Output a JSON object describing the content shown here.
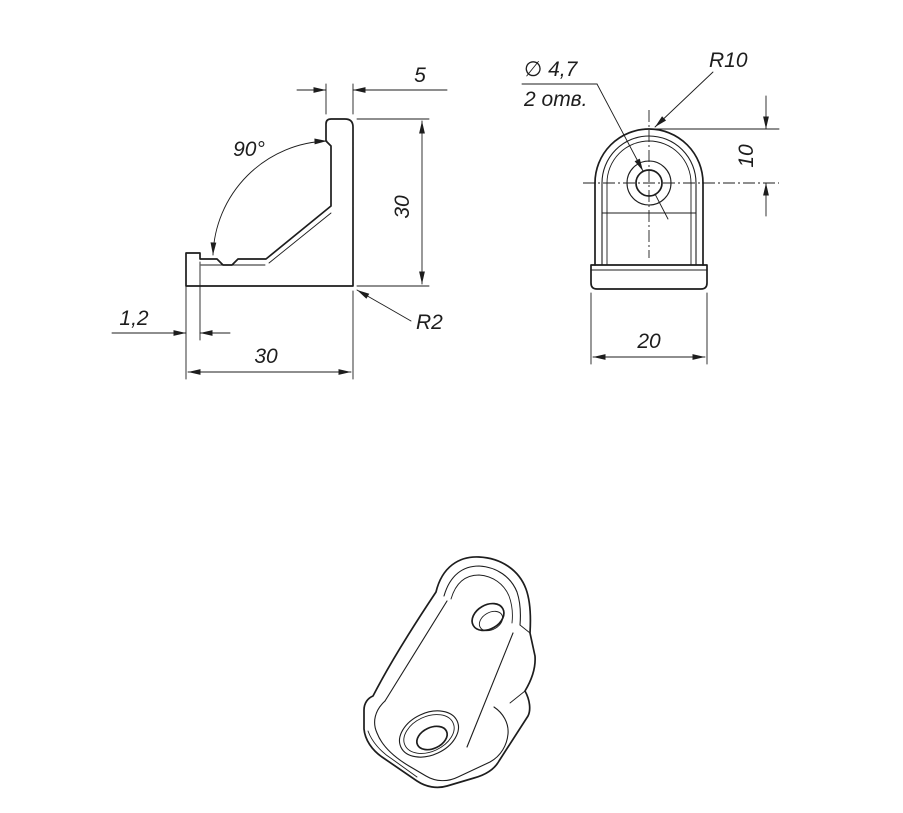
{
  "colors": {
    "line": "#1d1d1d",
    "background": "#ffffff"
  },
  "side_view": {
    "dim_top_thickness": "5",
    "dim_height": "30",
    "dim_length": "30",
    "dim_lip_thickness": "1,2",
    "dim_angle": "90°",
    "dim_fillet_radius": "R2"
  },
  "front_view": {
    "dim_hole_diameter": "∅ 4,7",
    "dim_hole_count": "2 отв.",
    "dim_outer_radius": "R10",
    "dim_hole_center_offset": "10",
    "dim_width": "20"
  }
}
